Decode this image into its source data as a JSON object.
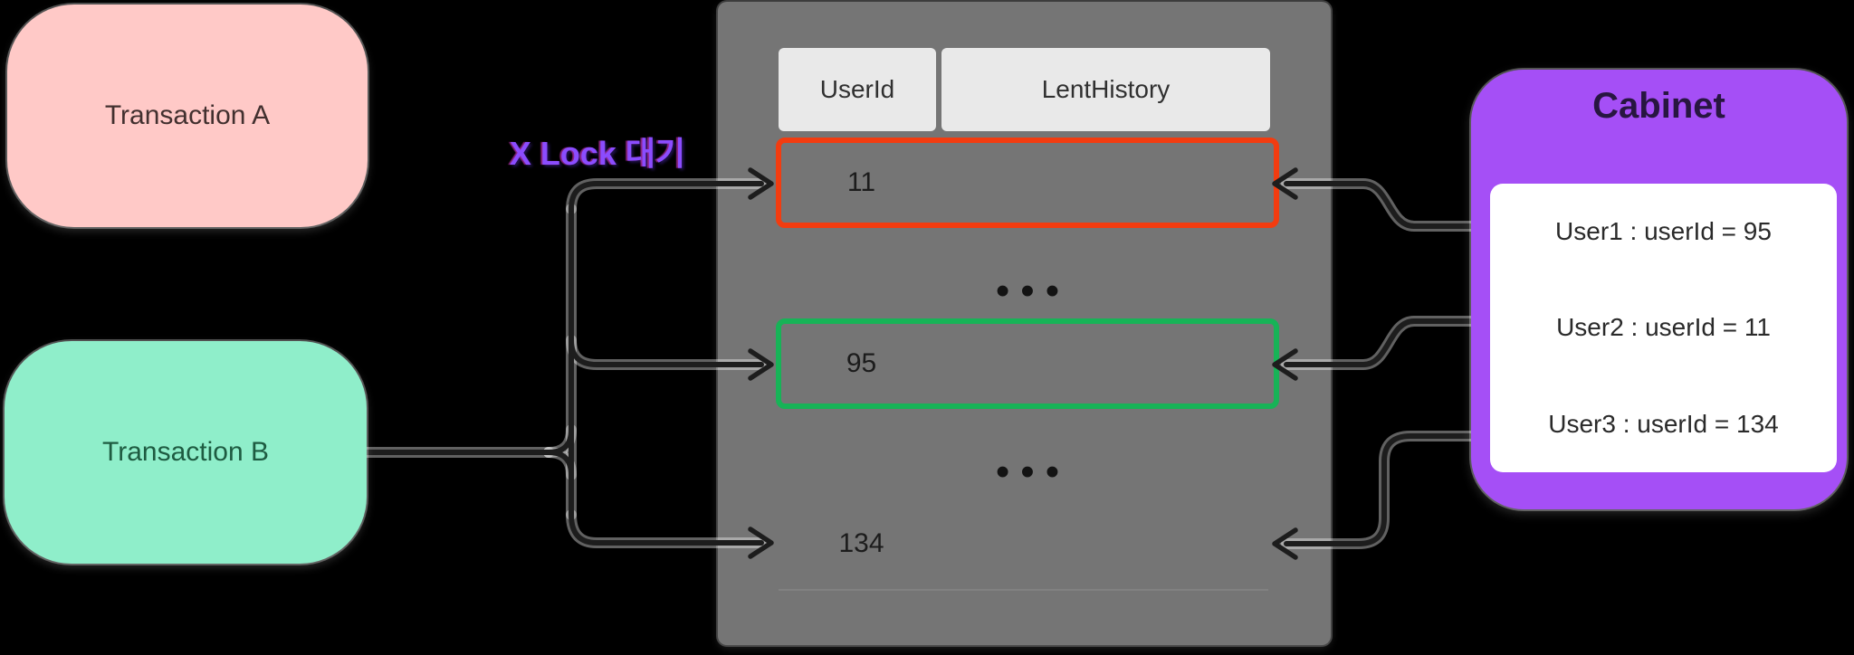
{
  "canvas": {
    "background": "#000000"
  },
  "transactions": [
    {
      "label": "Transaction A",
      "fill": "#ffc9c7",
      "text_color": "#42302f"
    },
    {
      "label": "Transaction B",
      "fill": "#8feeca",
      "text_color": "#1e5b41"
    }
  ],
  "lock_label": {
    "text": "X Lock 대기",
    "color": "#8b4cfe"
  },
  "table": {
    "panel_color": "#757575",
    "columns": [
      {
        "label": "UserId"
      },
      {
        "label": "LentHistory"
      }
    ],
    "rows": [
      {
        "user_id": "11",
        "highlight": "red",
        "border_color": "#f23c10"
      },
      {
        "user_id": "95",
        "highlight": "green",
        "border_color": "#17b357"
      },
      {
        "user_id": "134",
        "highlight": "none",
        "border_color": "transparent"
      }
    ],
    "ellipsis": "•••"
  },
  "cabinet": {
    "title": "Cabinet",
    "fill": "#a54ff6",
    "items": [
      {
        "label": "User1 : userId = 95"
      },
      {
        "label": "User2 : userId = 11"
      },
      {
        "label": "User3 : userId = 134"
      }
    ]
  }
}
